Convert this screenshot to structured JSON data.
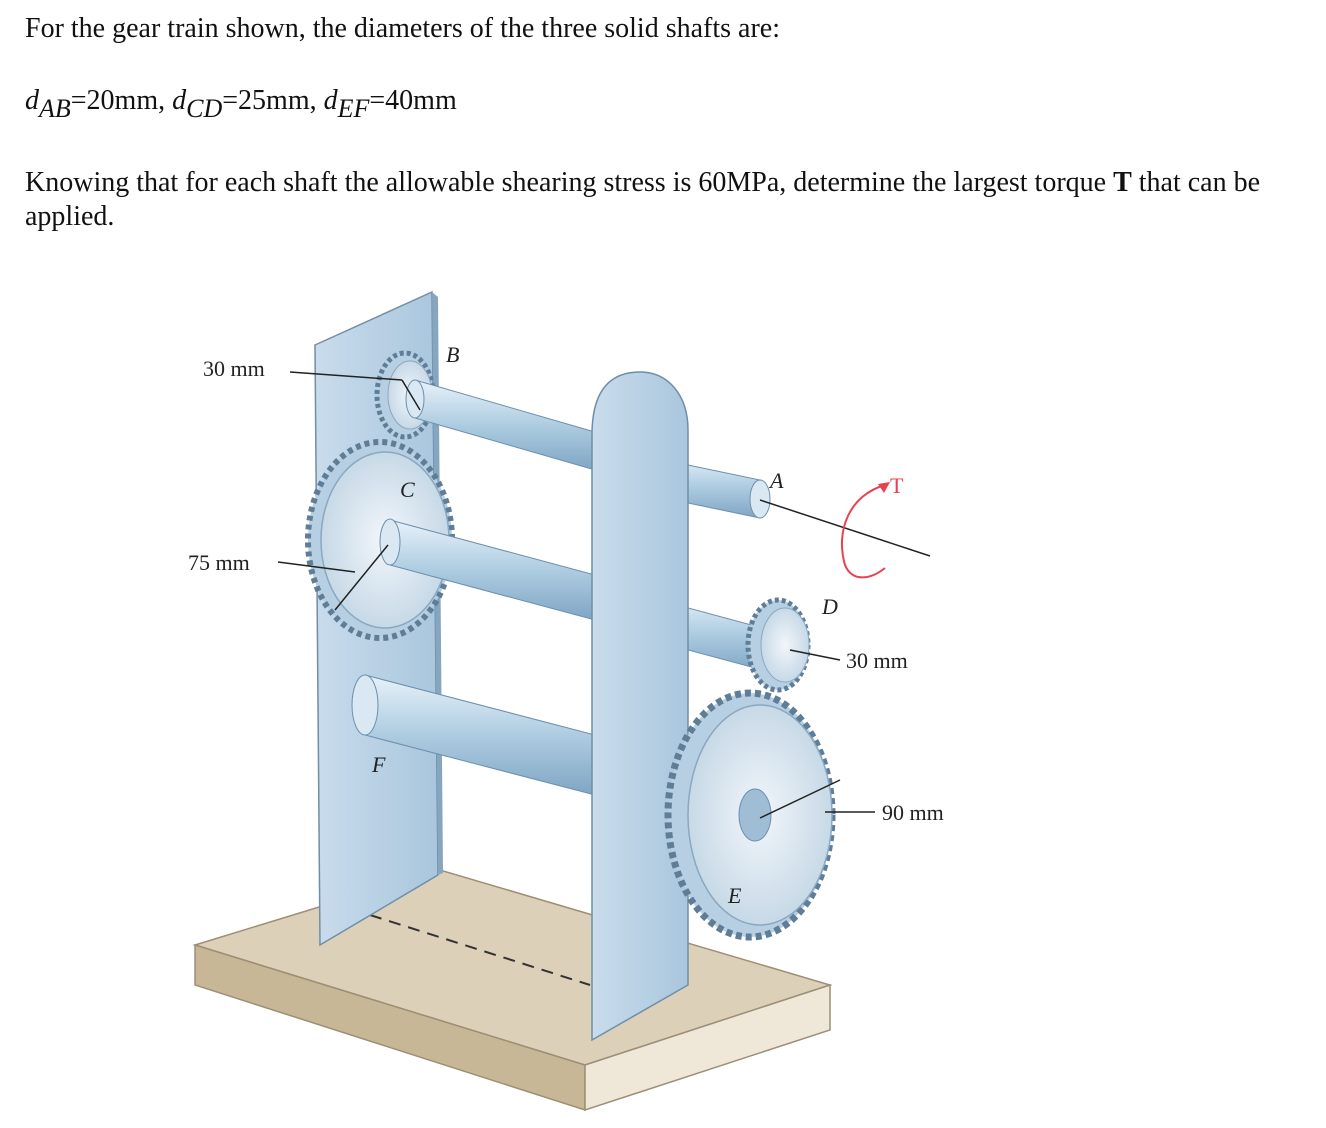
{
  "problem": {
    "line1": "For the gear train shown, the diameters of the three solid shafts are:",
    "diameters": {
      "ab_symbol": "d",
      "ab_sub": "AB",
      "ab_value": "=20mm,",
      "cd_symbol": "d",
      "cd_sub": "CD",
      "cd_value": "=25mm,",
      "ef_symbol": "d",
      "ef_sub": "EF",
      "ef_value": "=40mm"
    },
    "line3_before": "Knowing that for each shaft the allowable shearing stress is 60MPa, determine the largest torque ",
    "line3_T": "T",
    "line3_after": " that can be applied."
  },
  "figure": {
    "labels": {
      "B": "B",
      "A": "A",
      "C": "C",
      "D": "D",
      "E": "E",
      "F": "F",
      "T": "T",
      "dim_b": "30 mm",
      "dim_c": "75 mm",
      "dim_d": "30 mm",
      "dim_e": "90 mm"
    },
    "colors": {
      "plate": "#bcd4e6",
      "shaft": "#a9c9df",
      "base_top": "#ddd0b8",
      "torque_arrow": "#e8414f"
    }
  }
}
